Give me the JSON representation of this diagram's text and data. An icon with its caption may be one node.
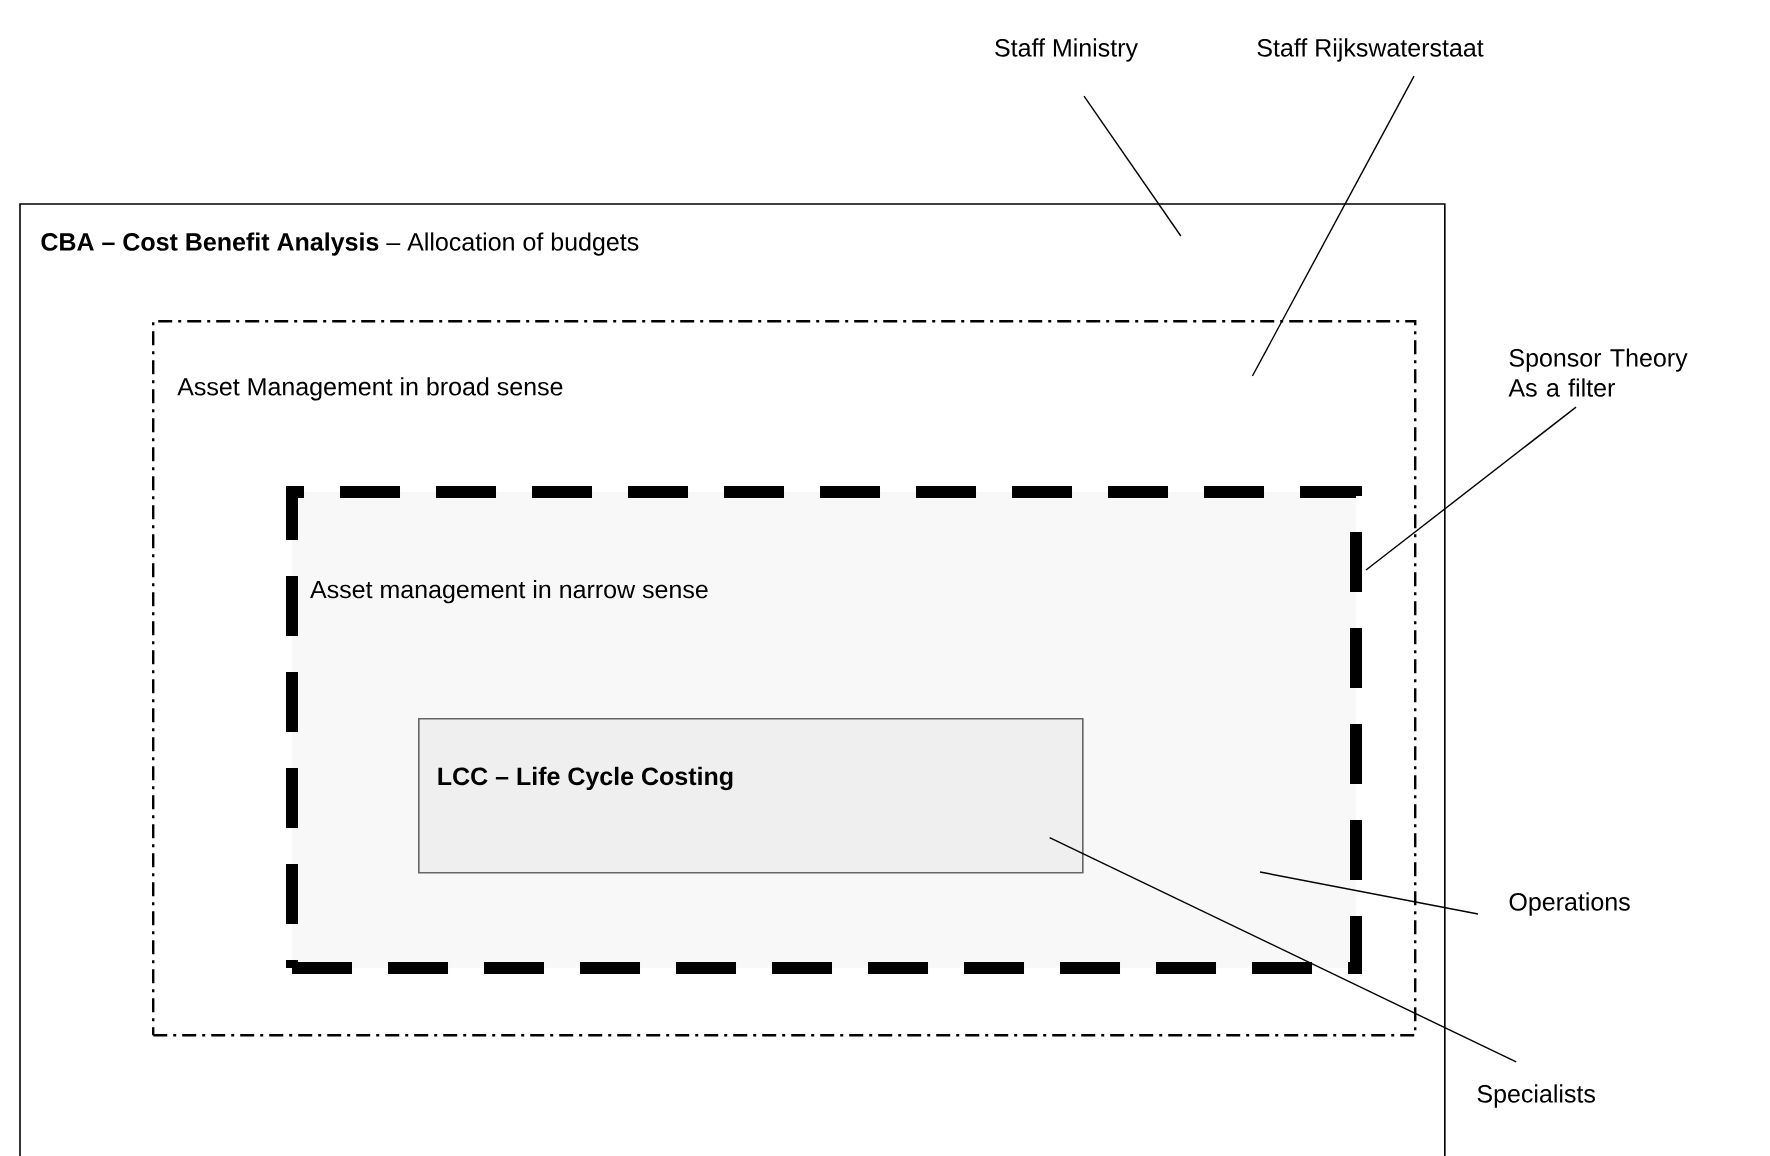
{
  "diagram": {
    "nodes": [
      {
        "text": [
          "**CBA – Cost Benefit Analysis** – Allocation of budgets"
        ]
      },
      {
        "text": [
          "Asset Management in broad sense"
        ],
        "in": 0
      },
      {
        "text": [
          "Asset management in narrow sense"
        ],
        "in": 1
      },
      {
        "text": [
          "LCC – Life Cycle Costing"
        ],
        "in": 2
      },
      {
        "text": [
          "Staff Ministry"
        ]
      },
      {
        "text": [
          "Staff Rijkswaterstaat"
        ]
      },
      {
        "text": [
          "Sponsor Theory As a filter"
        ]
      },
      {
        "text": [
          "Operations"
        ]
      },
      {
        "text": [
          "Specialists"
        ]
      }
    ],
    "edges": [
      {
        "from": 4,
        "to": 0,
        "arrow": "none"
      },
      {
        "from": 5,
        "to": 1,
        "arrow": "none"
      },
      {
        "from": 6,
        "to": 2,
        "arrow": "none"
      },
      {
        "from": 7,
        "to": 2,
        "arrow": "none"
      },
      {
        "from": 8,
        "to": 3,
        "arrow": "none"
      }
    ]
  }
}
